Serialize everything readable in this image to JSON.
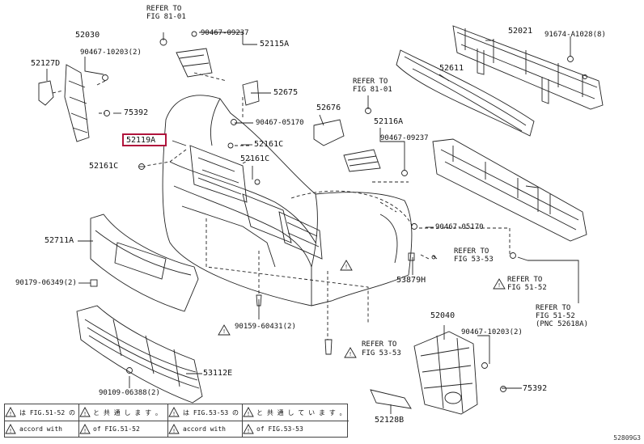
{
  "labels": {
    "refer_81_a1": "REFER TO",
    "refer_81_a2": "FIG 81-01",
    "p90467_09237_a": "90467-09237",
    "p52115A": "52115A",
    "p52030": "52030",
    "p90467_10203_a": "90467-10203(2)",
    "p52127D": "52127D",
    "p75392_a": "75392",
    "p52675": "52675",
    "p90467_05170_a": "90467-05170",
    "refer_81_b1": "REFER TO",
    "refer_81_b2": "FIG 81-01",
    "p52676": "52676",
    "p52116A": "52116A",
    "p90467_09237_b": "90467-09237",
    "p52021": "52021",
    "p91674": "91674-A1028(8)",
    "p52611": "52611",
    "p52119A": "52119A",
    "p52161C_a": "52161C",
    "p52161C_b": "52161C",
    "p52161C_c": "52161C",
    "p52711A": "52711A",
    "p90179": "90179-06349(2)",
    "p90467_05170_b": "90467-05170",
    "refer_53_a1": "REFER TO",
    "refer_53_a2": "FIG 53-53",
    "p53879H": "53879H",
    "refer_51_a1": "REFER TO",
    "refer_51_a2": "FIG 51-52",
    "refer_51_b1": "REFER TO",
    "refer_51_b2": "FIG 51-52",
    "refer_51_b3": "(PNC 52618A)",
    "p90159": "90159-60431(2)",
    "refer_53_b1": "REFER TO",
    "refer_53_b2": "FIG 53-53",
    "p52040": "52040",
    "p90467_10203_b": "90467-10203(2)",
    "p53112E": "53112E",
    "p90109": "90109-06388(2)",
    "p75392_b": "75392",
    "p52128B": "52128B"
  },
  "legend": {
    "r1c1": "は FIG.51-52 の",
    "r1c2": "と 共 通 し ま す 。",
    "r1c3": "は FIG.53-53 の",
    "r1c4": "と 共 通 し て い ま す 。",
    "r2c1": "accord with",
    "r2c2": "of FIG.51-52",
    "r2c3": "accord with",
    "r2c4": "of FIG.53-53"
  },
  "catalog_number": "52809G3",
  "colors": {
    "highlight": "#b0143c"
  }
}
